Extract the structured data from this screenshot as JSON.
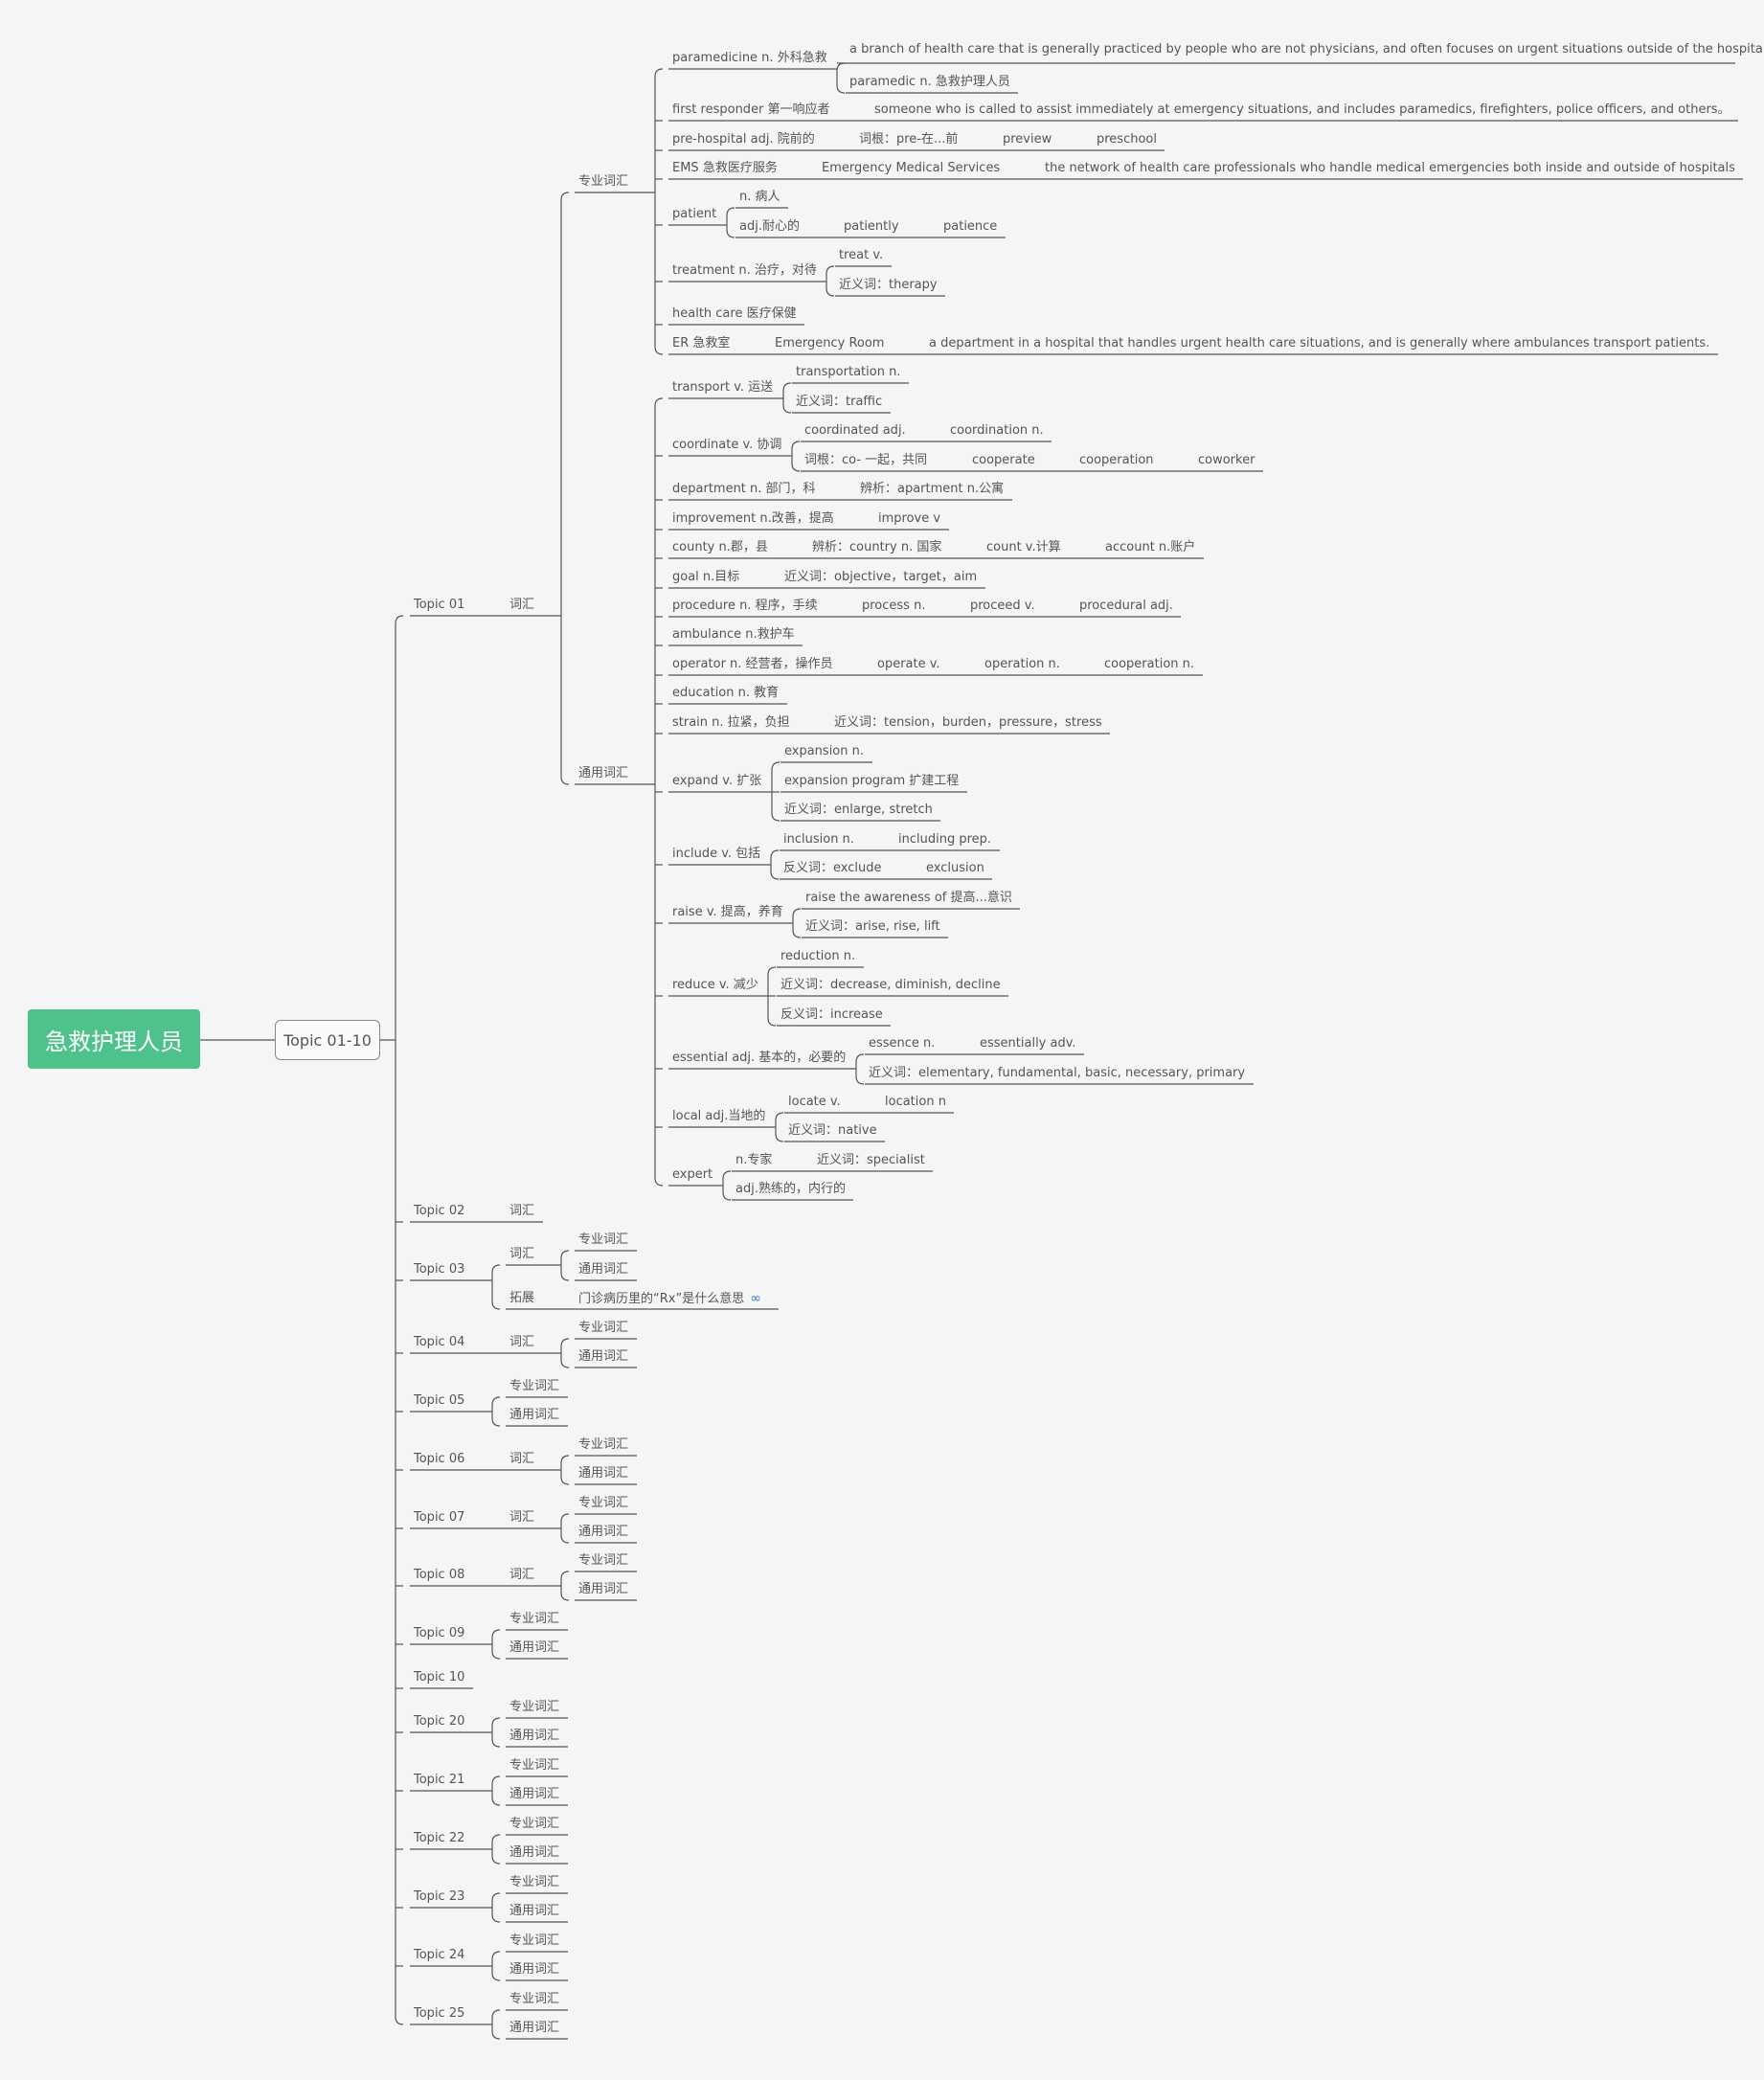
{
  "root": "急救护理人员",
  "main_topic": "Topic 01-10",
  "topic01": {
    "label": "Topic 01",
    "vocab": "词汇",
    "specialized": "专业词汇",
    "general": "通用词汇",
    "spec_items": [
      {
        "t": "paramedicine n. 外科急救",
        "def": "a branch of health care that is generally practiced by people who are not physicians, and often focuses on urgent situations outside of the hospital.",
        "sub": "paramedic n. 急救护理人员"
      },
      {
        "t": "first responder 第一响应者",
        "r": [
          "someone who is called to assist immediately at emergency situations, and includes paramedics, firefighters, police officers, and others。"
        ]
      },
      {
        "t": "pre-hospital adj. 院前的",
        "r": [
          "词根：pre-在...前",
          "preview",
          "preschool"
        ]
      },
      {
        "t": "EMS 急救医疗服务",
        "r": [
          "Emergency Medical Services",
          "the network of health care professionals who handle medical emergencies both inside and outside of hospitals"
        ]
      },
      {
        "t": "patient",
        "c": [
          [
            "n. 病人"
          ],
          [
            "adj.耐心的",
            "patiently",
            "patience"
          ]
        ]
      },
      {
        "t": "treatment n. 治疗，对待",
        "c": [
          [
            "treat v."
          ],
          [
            "近义词：therapy"
          ]
        ]
      },
      {
        "t": "health care 医疗保健"
      },
      {
        "t": "ER 急救室",
        "r": [
          "Emergency Room",
          "a department in a hospital that handles urgent health care situations, and is generally where ambulances transport patients."
        ]
      }
    ],
    "gen_items": [
      {
        "t": "transport v. 运送",
        "c": [
          [
            "transportation n."
          ],
          [
            "近义词：traffic"
          ]
        ]
      },
      {
        "t": "coordinate v. 协调",
        "c": [
          [
            "coordinated adj.",
            "coordination n."
          ],
          [
            "词根：co- 一起，共同",
            "cooperate",
            "cooperation",
            "coworker"
          ]
        ]
      },
      {
        "t": "department n. 部门，科",
        "r": [
          "辨析：apartment n.公寓"
        ]
      },
      {
        "t": "improvement n.改善，提高",
        "r": [
          "improve v"
        ]
      },
      {
        "t": "county n.郡，县",
        "r": [
          "辨析：country n. 国家",
          "count v.计算",
          "account n.账户"
        ]
      },
      {
        "t": "goal n.目标",
        "r": [
          "近义词：objective，target，aim"
        ]
      },
      {
        "t": "procedure n. 程序，手续",
        "r": [
          "process n.",
          "proceed v.",
          "procedural adj."
        ]
      },
      {
        "t": "ambulance n.救护车"
      },
      {
        "t": "operator n. 经营者，操作员",
        "r": [
          "operate v.",
          "operation n.",
          "cooperation n."
        ]
      },
      {
        "t": "education n. 教育"
      },
      {
        "t": "strain n. 拉紧，负担",
        "r": [
          "近义词：tension，burden，pressure，stress"
        ]
      },
      {
        "t": "expand v. 扩张",
        "c": [
          [
            "expansion n."
          ],
          [
            "expansion program 扩建工程"
          ],
          [
            "近义词：enlarge, stretch"
          ]
        ]
      },
      {
        "t": "include v. 包括",
        "c": [
          [
            "inclusion n.",
            "including prep."
          ],
          [
            "反义词：exclude",
            "exclusion"
          ]
        ]
      },
      {
        "t": "raise v. 提高，养育",
        "c": [
          [
            "raise the awareness of 提高...意识"
          ],
          [
            "近义词：arise, rise, lift"
          ]
        ]
      },
      {
        "t": "reduce v. 减少",
        "c": [
          [
            "reduction n."
          ],
          [
            "近义词：decrease, diminish, decline"
          ],
          [
            "反义词：increase"
          ]
        ]
      },
      {
        "t": "essential adj. 基本的，必要的",
        "c": [
          [
            "essence n.",
            "essentially adv."
          ],
          [
            "近义词：elementary, fundamental, basic, necessary, primary"
          ]
        ]
      },
      {
        "t": "local adj.当地的",
        "c": [
          [
            "locate v.",
            "location n"
          ],
          [
            "近义词：native"
          ]
        ]
      },
      {
        "t": "expert",
        "c": [
          [
            "n.专家",
            "近义词：specialist"
          ],
          [
            "adj.熟练的，内行的"
          ]
        ]
      }
    ]
  },
  "topic03_extra": {
    "label": "拓展",
    "note": "门诊病历里的“Rx”是什么意思"
  },
  "topics": [
    {
      "label": "Topic 02",
      "kind": "vocab0"
    },
    {
      "label": "Topic 03",
      "kind": "t03"
    },
    {
      "label": "Topic 04",
      "kind": "vocab2"
    },
    {
      "label": "Topic 05",
      "kind": "two"
    },
    {
      "label": "Topic 06",
      "kind": "vocab2"
    },
    {
      "label": "Topic 07",
      "kind": "vocab2"
    },
    {
      "label": "Topic 08",
      "kind": "vocab2"
    },
    {
      "label": "Topic 09",
      "kind": "two"
    },
    {
      "label": "Topic 10",
      "kind": "none"
    },
    {
      "label": "Topic 20",
      "kind": "two"
    },
    {
      "label": "Topic 21",
      "kind": "two"
    },
    {
      "label": "Topic 22",
      "kind": "two"
    },
    {
      "label": "Topic 23",
      "kind": "two"
    },
    {
      "label": "Topic 24",
      "kind": "two"
    },
    {
      "label": "Topic 25",
      "kind": "two"
    }
  ],
  "line_color": "#555555"
}
